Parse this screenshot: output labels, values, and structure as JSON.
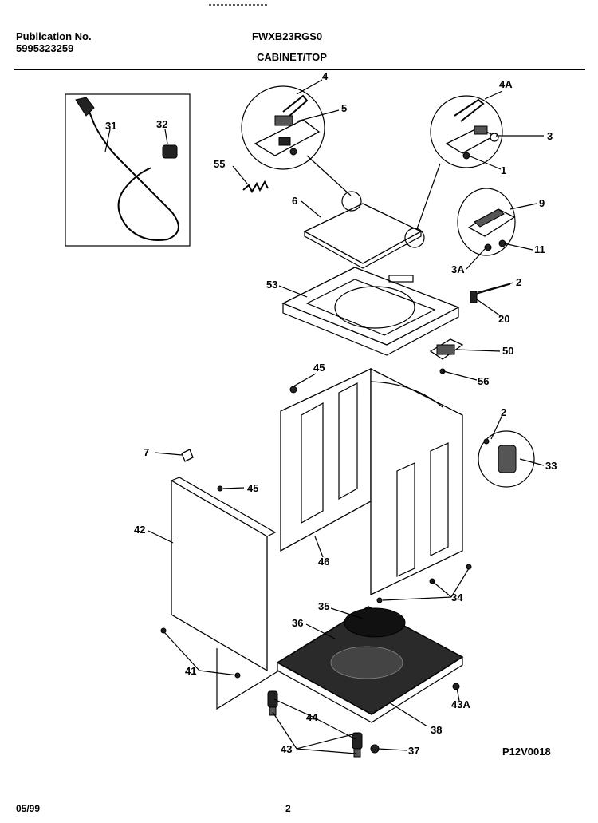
{
  "header": {
    "publication_label": "Publication No.",
    "publication_number": "5995323259",
    "model": "FWXB23RGS0",
    "section": "CABINET/TOP"
  },
  "callouts": [
    {
      "id": "31",
      "text": "31"
    },
    {
      "id": "32",
      "text": "32"
    },
    {
      "id": "4",
      "text": "4"
    },
    {
      "id": "5",
      "text": "5"
    },
    {
      "id": "4A",
      "text": "4A"
    },
    {
      "id": "3",
      "text": "3"
    },
    {
      "id": "1",
      "text": "1"
    },
    {
      "id": "55",
      "text": "55"
    },
    {
      "id": "6",
      "text": "6"
    },
    {
      "id": "9",
      "text": "9"
    },
    {
      "id": "11",
      "text": "11"
    },
    {
      "id": "3A",
      "text": "3A"
    },
    {
      "id": "53",
      "text": "53"
    },
    {
      "id": "2a",
      "text": "2"
    },
    {
      "id": "20",
      "text": "20"
    },
    {
      "id": "50",
      "text": "50"
    },
    {
      "id": "56",
      "text": "56"
    },
    {
      "id": "45a",
      "text": "45"
    },
    {
      "id": "2b",
      "text": "2"
    },
    {
      "id": "33",
      "text": "33"
    },
    {
      "id": "7",
      "text": "7"
    },
    {
      "id": "45b",
      "text": "45"
    },
    {
      "id": "42",
      "text": "42"
    },
    {
      "id": "46",
      "text": "46"
    },
    {
      "id": "34",
      "text": "34"
    },
    {
      "id": "35",
      "text": "35"
    },
    {
      "id": "36",
      "text": "36"
    },
    {
      "id": "41",
      "text": "41"
    },
    {
      "id": "43A",
      "text": "43A"
    },
    {
      "id": "44",
      "text": "44"
    },
    {
      "id": "38",
      "text": "38"
    },
    {
      "id": "43",
      "text": "43"
    },
    {
      "id": "37",
      "text": "37"
    }
  ],
  "drawing_code": "P12V0018",
  "footer": {
    "date": "05/99",
    "page": "2"
  }
}
